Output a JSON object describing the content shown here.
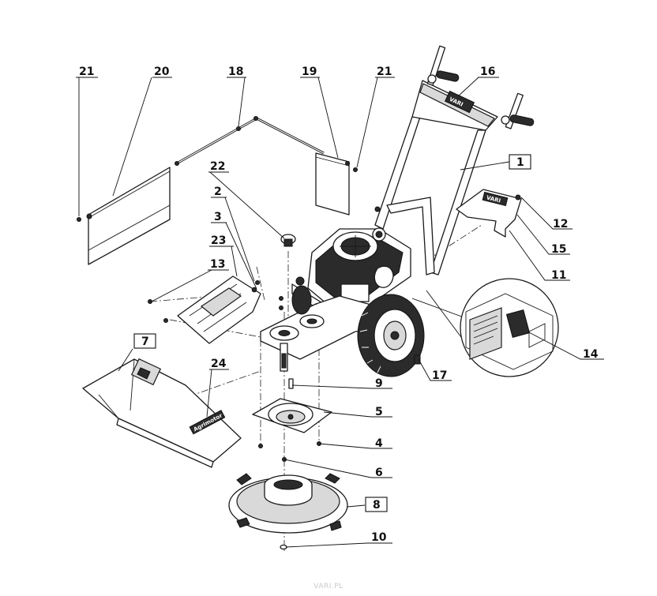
{
  "diagram": {
    "part_labels": [
      {
        "id": "p21a",
        "text": "21",
        "boxed": false
      },
      {
        "id": "p20",
        "text": "20",
        "boxed": false
      },
      {
        "id": "p18",
        "text": "18",
        "boxed": false
      },
      {
        "id": "p19",
        "text": "19",
        "boxed": false
      },
      {
        "id": "p21b",
        "text": "21",
        "boxed": false
      },
      {
        "id": "p16",
        "text": "16",
        "boxed": false
      },
      {
        "id": "p1",
        "text": "1",
        "boxed": true
      },
      {
        "id": "p22",
        "text": "22",
        "boxed": false
      },
      {
        "id": "p2",
        "text": "2",
        "boxed": false
      },
      {
        "id": "p3",
        "text": "3",
        "boxed": false
      },
      {
        "id": "p23",
        "text": "23",
        "boxed": false
      },
      {
        "id": "p13",
        "text": "13",
        "boxed": false
      },
      {
        "id": "p12",
        "text": "12",
        "boxed": false
      },
      {
        "id": "p15",
        "text": "15",
        "boxed": false
      },
      {
        "id": "p11",
        "text": "11",
        "boxed": false
      },
      {
        "id": "p14",
        "text": "14",
        "boxed": false
      },
      {
        "id": "p7",
        "text": "7",
        "boxed": true
      },
      {
        "id": "p24",
        "text": "24",
        "boxed": false
      },
      {
        "id": "p17",
        "text": "17",
        "boxed": false
      },
      {
        "id": "p9",
        "text": "9",
        "boxed": false
      },
      {
        "id": "p5",
        "text": "5",
        "boxed": false
      },
      {
        "id": "p4",
        "text": "4",
        "boxed": false
      },
      {
        "id": "p6",
        "text": "6",
        "boxed": false
      },
      {
        "id": "p8",
        "text": "8",
        "boxed": true
      },
      {
        "id": "p10",
        "text": "10",
        "boxed": false
      }
    ],
    "brand_marks": {
      "handle": "VARI",
      "deck_label": "Agrimotor",
      "cover_label": "VARI"
    }
  },
  "watermark": "VARI.PL"
}
